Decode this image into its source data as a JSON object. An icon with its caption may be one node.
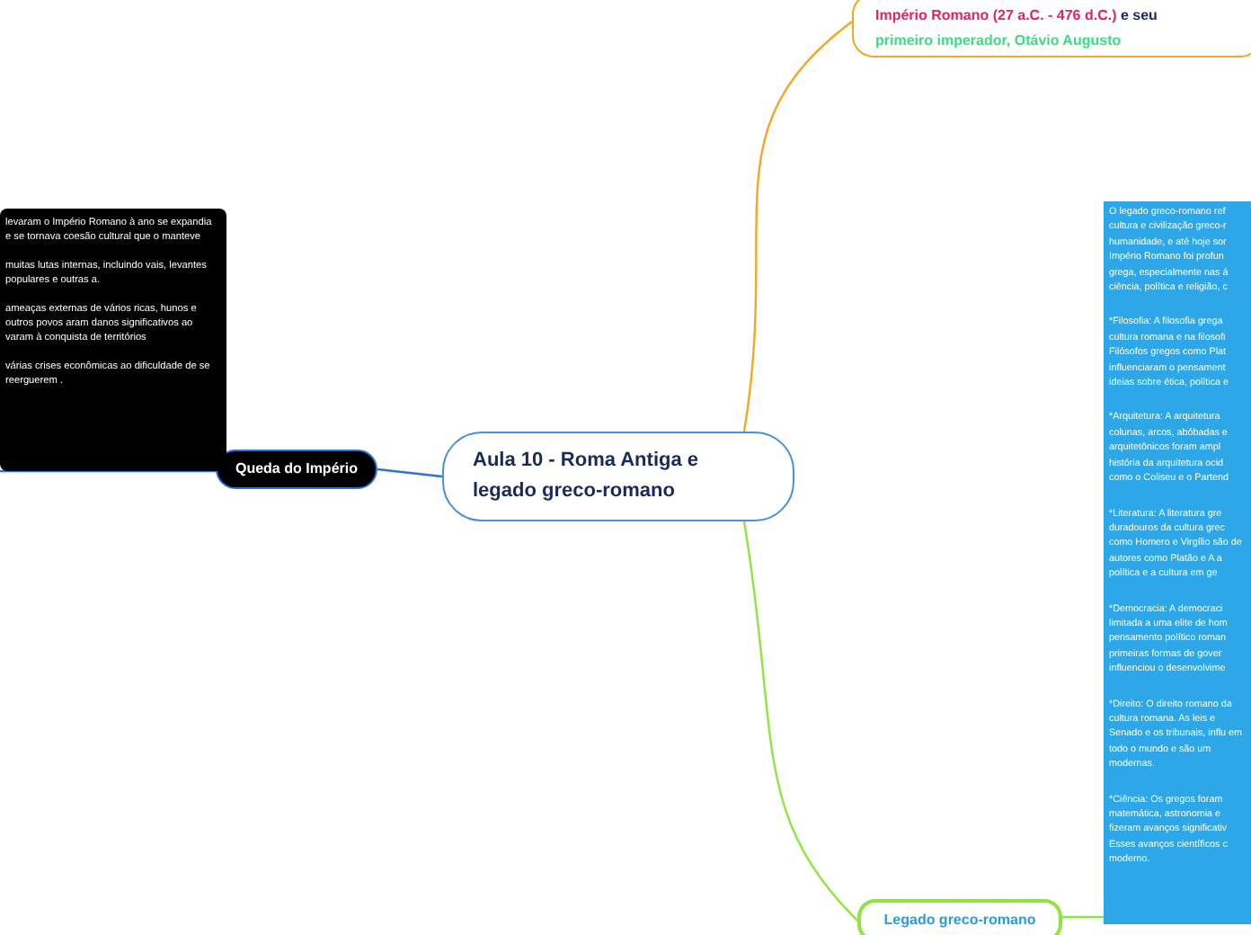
{
  "diagram": {
    "nodes": [
      {
        "text": [
          "Aula 10 - Roma Antiga e legado greco-romano"
        ]
      },
      {
        "text": [
          "Queda do Império"
        ]
      },
      {
        "text": [
          "levaram o Império Romano à ano se expandia e se tornava coesão cultural que o manteve",
          "muitas lutas internas, incluindo vais, levantes populares e outras a.",
          "ameaças externas de vários ricas, hunos e outros povos aram danos significativos ao varam à conquista de territórios",
          "várias crises econômicas ao dificuldade de se reerguerem ."
        ]
      },
      {
        "text": [
          "Império Romano (27 a.C. - 476 d.C.)",
          "e seu",
          "primeiro imperador, Otávio Augusto"
        ]
      },
      {
        "text": [
          "Legado greco-romano"
        ]
      },
      {
        "text": [
          "O legado greco-romano ref cultura e civilização greco-r humanidade, e até hoje sor Império Romano foi profun grega, especialmente nas á ciência, política e religião, c",
          "*Filosofia: A filosofia grega cultura romana e na filosofi Filósofos gregos como Plat influenciaram o pensament ideias sobre ética, política e",
          "*Arquitetura: A arquitetura colunas, arcos, abóbadas e arquitetônicos foram ampl história da arquitetura ocid como o Coliseu e o Partend",
          "*Literatura: A literatura gre duradouros da cultura grec como Homero e Virgílio são de autores como Platão e A a política e a cultura em ge",
          "*Democracia: A democraci limitada a uma elite de hom pensamento político roman primeiras formas de gover influenciou o desenvolvime",
          "*Direito: O direito romano da cultura romana. As leis e Senado e os tribunais, influ em todo o mundo e são um modernas.",
          "*Ciência: Os gregos foram matemática, astronomia e fizeram avanços significativ Esses avanços científicos c moderno."
        ]
      }
    ],
    "edges": [
      {
        "from": 0,
        "to": 1,
        "arrow": "none",
        "color": "#2f6fe0"
      },
      {
        "from": 1,
        "to": 2,
        "arrow": "none",
        "color": "#2f6fe0"
      },
      {
        "from": 0,
        "to": 3,
        "arrow": "none",
        "color": "#f5a623"
      },
      {
        "from": 0,
        "to": 4,
        "arrow": "none",
        "color": "#8ee53f"
      },
      {
        "from": 4,
        "to": 5,
        "arrow": "none",
        "color": "#8ee53f"
      }
    ]
  }
}
